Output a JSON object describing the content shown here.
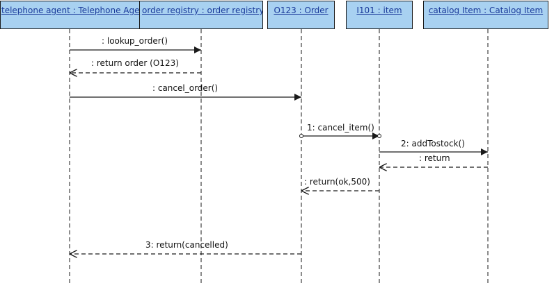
{
  "lifelines": [
    {
      "id": "agent",
      "title": "telephone agent : Telephone Agent"
    },
    {
      "id": "registry",
      "title": "order registry : order registry"
    },
    {
      "id": "order",
      "title": "O123 : Order"
    },
    {
      "id": "item",
      "title": "I101 : item"
    },
    {
      "id": "catalog",
      "title": "catalog Item : Catalog Item"
    }
  ],
  "messages": [
    {
      "label": ": lookup_order()",
      "from": "agent",
      "to": "registry",
      "kind": "call"
    },
    {
      "label": ": return order (O123)",
      "from": "registry",
      "to": "agent",
      "kind": "return"
    },
    {
      "label": ": cancel_order()",
      "from": "agent",
      "to": "order",
      "kind": "call"
    },
    {
      "label": "1: cancel_item()",
      "from": "order",
      "to": "item",
      "kind": "call"
    },
    {
      "label": "2: addTostock()",
      "from": "item",
      "to": "catalog",
      "kind": "call"
    },
    {
      "label": ": return",
      "from": "catalog",
      "to": "item",
      "kind": "return"
    },
    {
      "label": ": return(ok,500)",
      "from": "item",
      "to": "order",
      "kind": "return"
    },
    {
      "label": "3: return(cancelled)",
      "from": "order",
      "to": "agent",
      "kind": "return"
    }
  ],
  "colors": {
    "header_fill": "#a8d1f1",
    "header_text": "#1a3a9a",
    "line": "#1a1a1a"
  }
}
